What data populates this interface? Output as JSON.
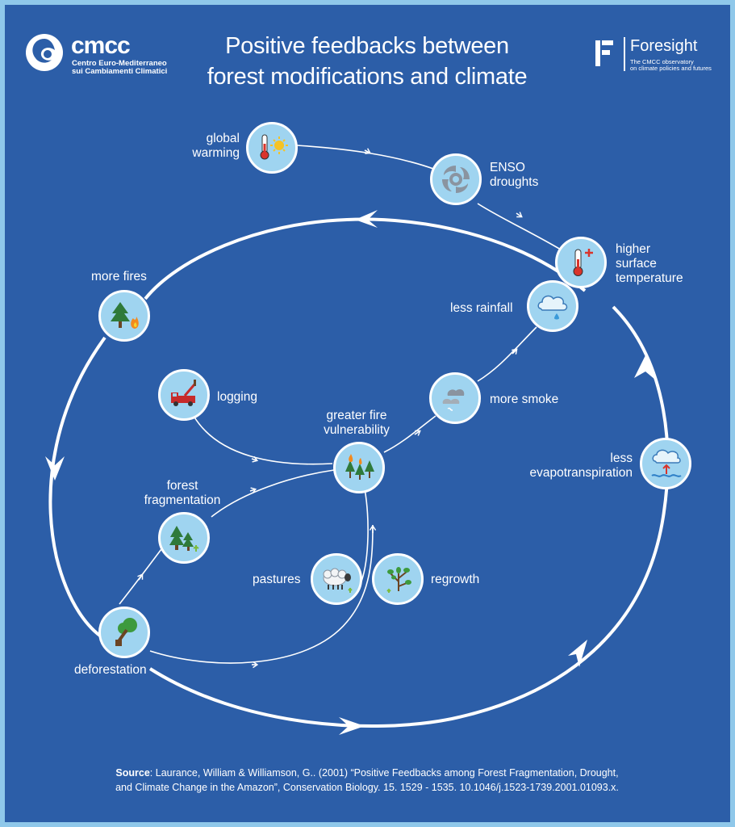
{
  "header": {
    "title_line1": "Positive feedbacks between",
    "title_line2": "forest modifications and climate",
    "logo_left": {
      "name": "cmcc",
      "sub1": "Centro Euro-Mediterraneo",
      "sub2": "sui Cambiamenti Climatici"
    },
    "logo_right": {
      "name": "Foresight",
      "sub1": "The CMCC observatory",
      "sub2": "on climate policies and futures"
    }
  },
  "nodes": {
    "global_warming": {
      "line1": "global",
      "line2": "warming",
      "icon": "thermometer-sun-icon"
    },
    "enso": {
      "line1": "ENSO",
      "line2": "droughts",
      "icon": "cyclone-icon"
    },
    "higher_temp": {
      "line1": "higher",
      "line2": "surface",
      "line3": "temperature",
      "icon": "thermometer-plus-icon"
    },
    "less_rainfall": {
      "line1": "less rainfall",
      "icon": "cloud-drop-icon"
    },
    "more_fires": {
      "line1": "more fires",
      "icon": "tree-fire-icon"
    },
    "logging": {
      "line1": "logging",
      "icon": "logging-truck-icon"
    },
    "fire_vulnerability": {
      "line1": "greater fire",
      "line2": "vulnerability",
      "icon": "burning-trees-icon"
    },
    "more_smoke": {
      "line1": "more smoke",
      "icon": "smoke-icon"
    },
    "fragmentation": {
      "line1": "forest",
      "line2": "fragmentation",
      "icon": "trees-icon"
    },
    "evapotranspiration": {
      "line1": "less",
      "line2": "evapotranspiration",
      "icon": "evaporation-icon"
    },
    "pastures": {
      "line1": "pastures",
      "icon": "sheep-icon"
    },
    "regrowth": {
      "line1": "regrowth",
      "icon": "sapling-icon"
    },
    "deforestation": {
      "line1": "deforestation",
      "icon": "felled-tree-icon"
    }
  },
  "source": {
    "label": "Source",
    "line1": ": Laurance, William & Williamson, G.. (2001) “Positive Feedbacks among Forest Fragmentation, Drought,",
    "line2": "and Climate Change in the Amazon”, Conservation Biology. 15. 1529 - 1535. 10.1046/j.1523-1739.2001.01093.x."
  },
  "colors": {
    "background": "#2c5ea8",
    "border": "#8fc8ea",
    "node_fill": "#9fd4f0",
    "line": "#ffffff"
  }
}
